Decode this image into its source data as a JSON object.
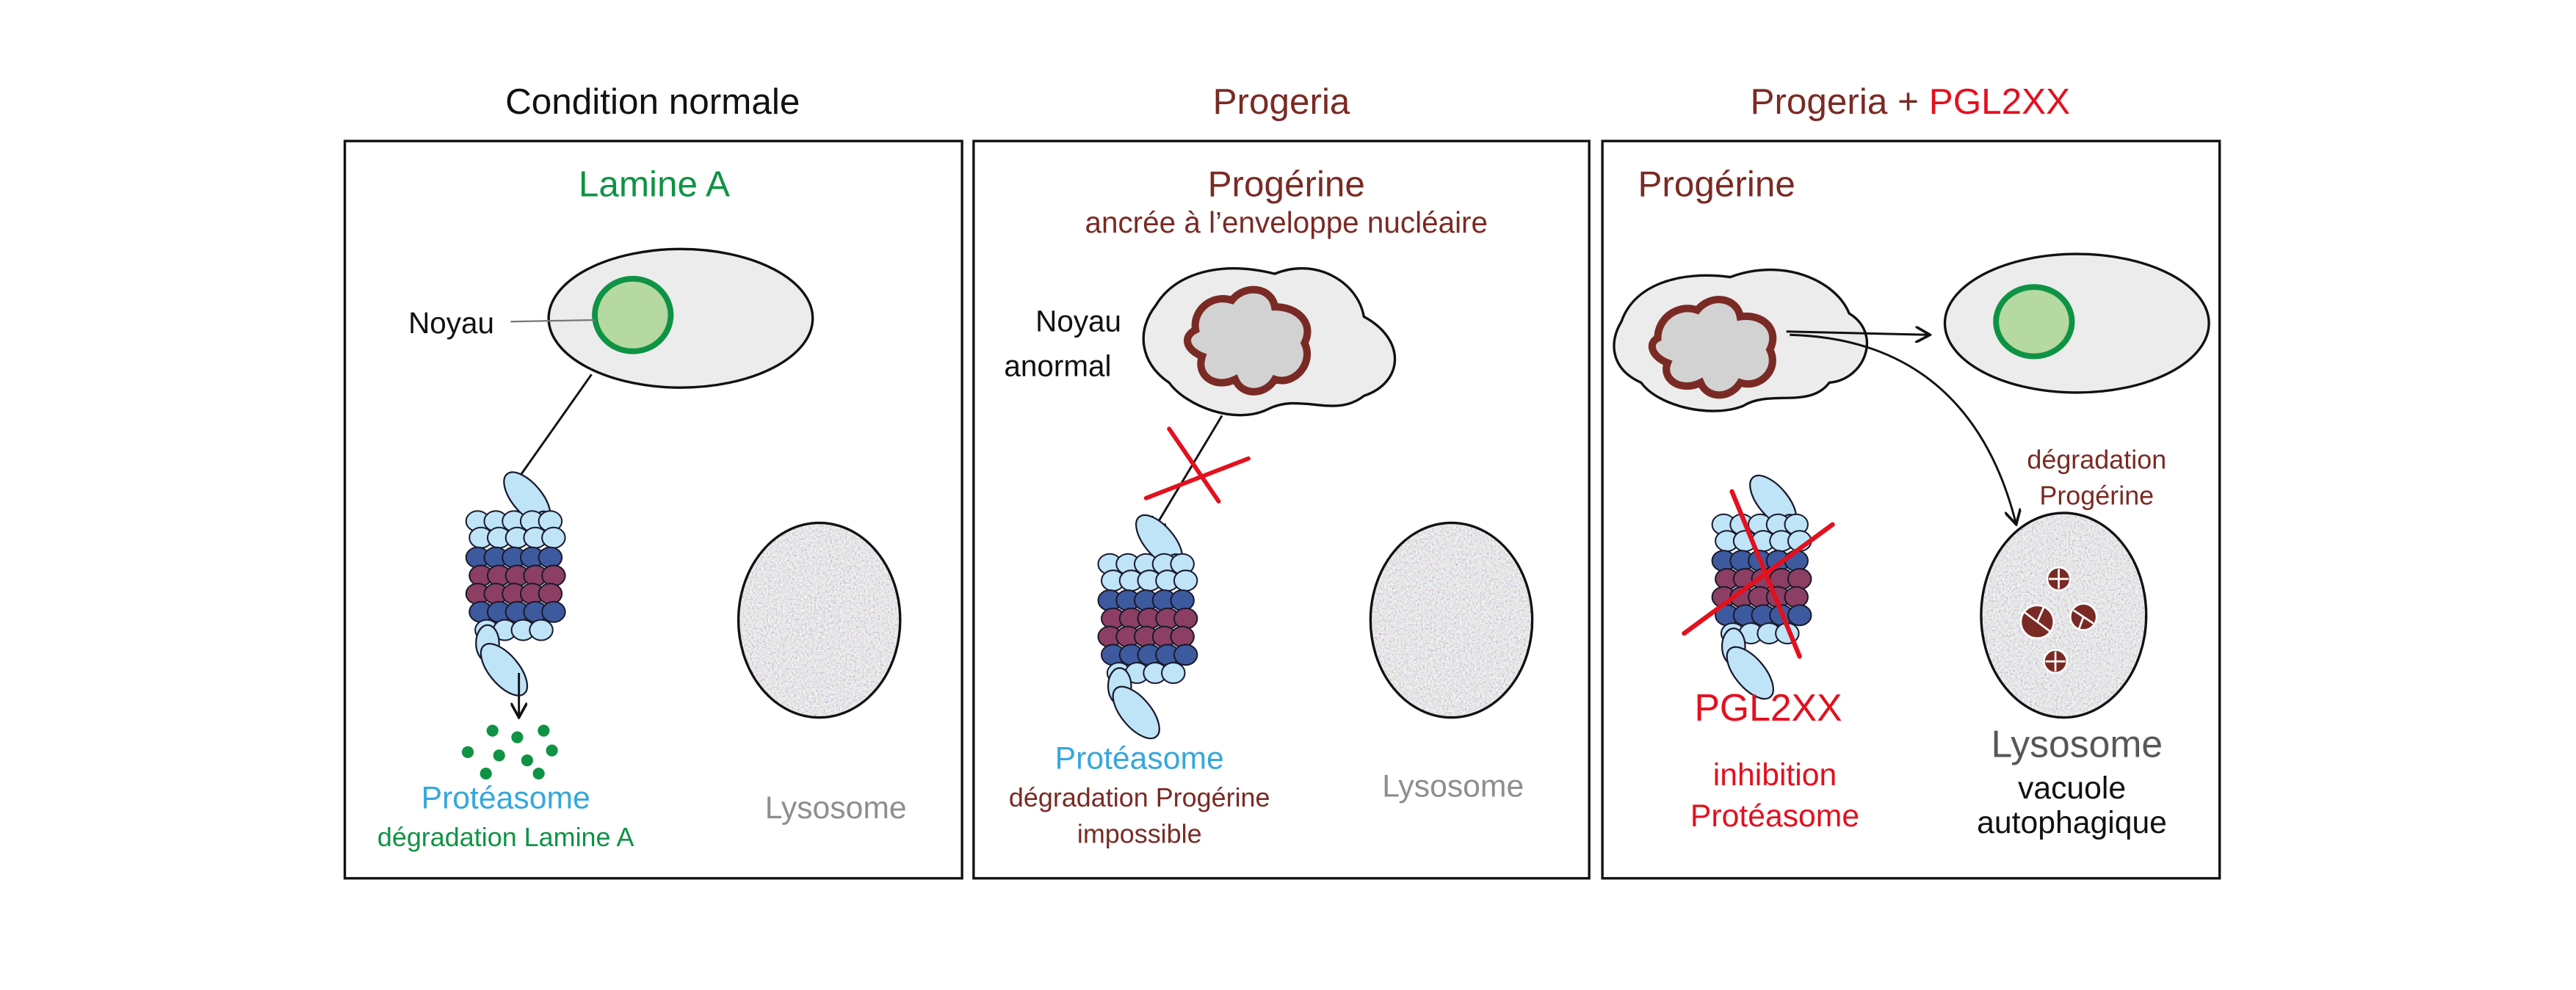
{
  "colors": {
    "black": "#111111",
    "green": "#0e9345",
    "progerin": "#7a2a24",
    "red": "#e3101e",
    "blue": "#35a7dc",
    "gray": "#8e8e8e",
    "lysoGray": "#55575a"
  },
  "panels": [
    {
      "heading": "Condition normale",
      "title": "Lamine A",
      "nucleus_label": "Noyau",
      "proteasome_label": "Protéasome",
      "proteasome_sub": "dégradation Lamine A",
      "lysosome_label": "Lysosome"
    },
    {
      "heading": "Progeria",
      "title": "Progérine",
      "subtitle": "ancrée à l’enveloppe nucléaire",
      "nucleus_label_1": "Noyau",
      "nucleus_label_2": "anormal",
      "proteasome_label": "Protéasome",
      "proteasome_sub_1": "dégradation Progérine",
      "proteasome_sub_2": "impossible",
      "lysosome_label": "Lysosome"
    },
    {
      "heading_a": "Progeria",
      "heading_plus": "+",
      "heading_b": "PGL2XX",
      "title": "Progérine",
      "degradation_1": "dégradation",
      "degradation_2": "Progérine",
      "drug_label": "PGL2XX",
      "inhibition_1": "inhibition",
      "inhibition_2": "Protéasome",
      "lysosome_label": "Lysosome",
      "vacuole_1": "vacuole",
      "vacuole_2": "autophagique"
    }
  ]
}
